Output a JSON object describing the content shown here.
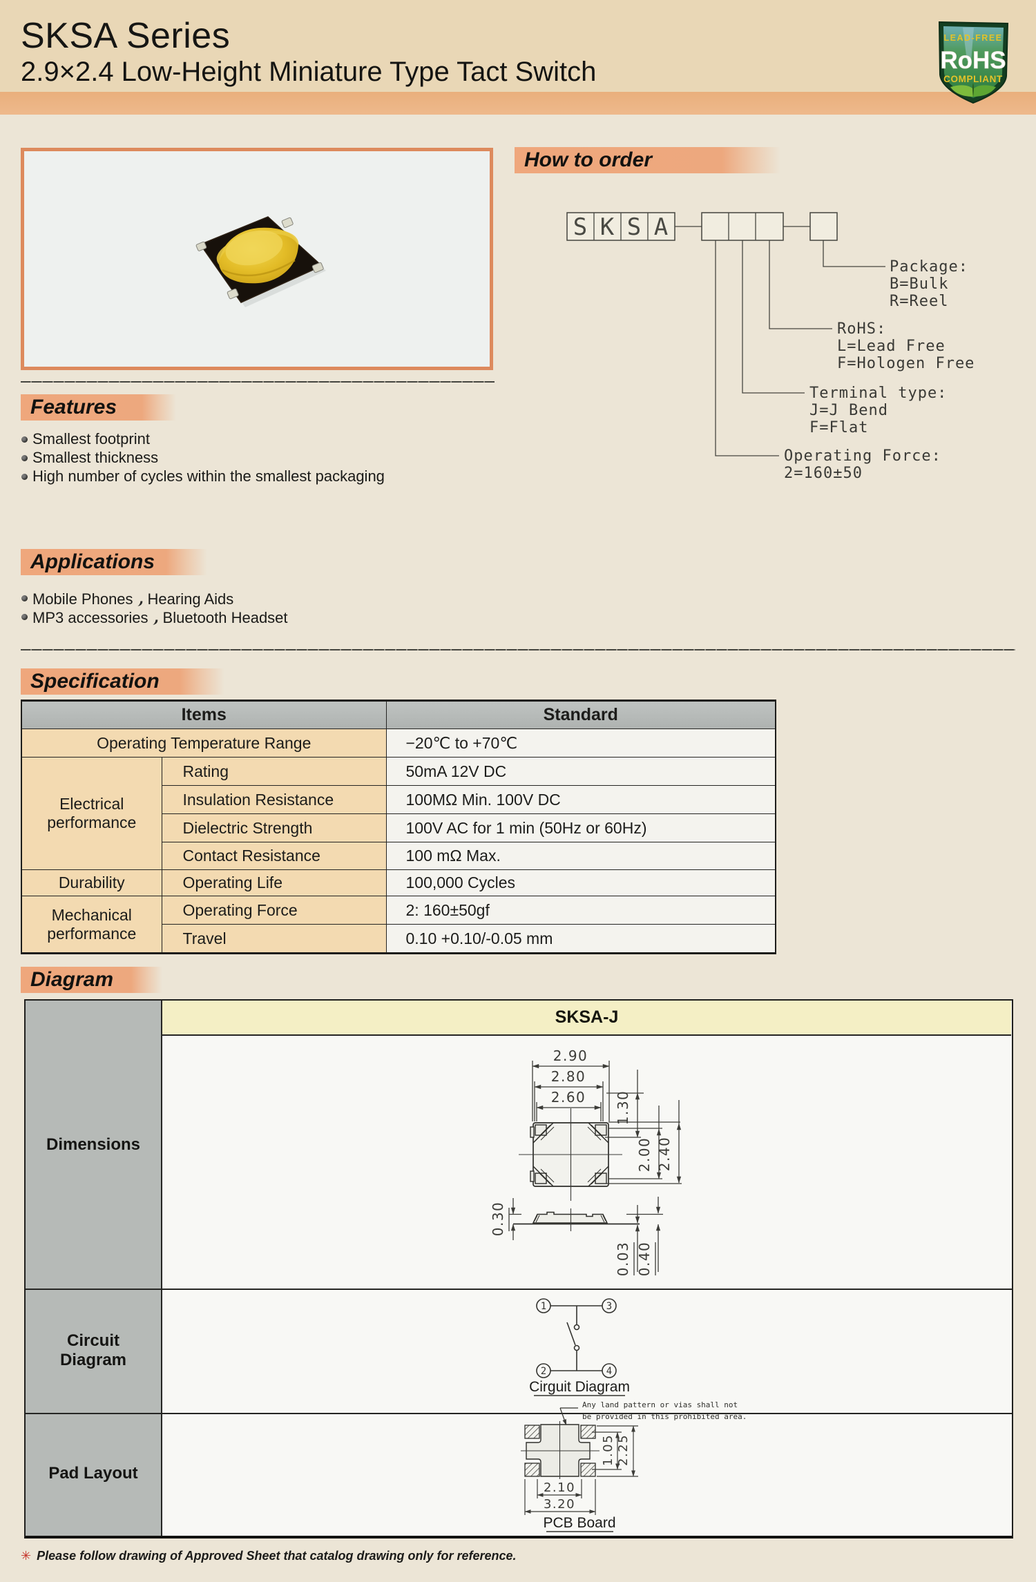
{
  "header": {
    "title": "SKSA Series",
    "subtitle": "2.9×2.4 Low-Height Miniature Type Tact Switch"
  },
  "rohs_badge": {
    "line_top": "LEAD-FREE",
    "line_main": "RoHS",
    "line_bottom": "COMPLIANT"
  },
  "how_to_order": {
    "heading": "How to order",
    "code_letters": [
      "S",
      "K",
      "S",
      "A"
    ],
    "callouts": {
      "package": {
        "title": "Package:",
        "options": [
          "B=Bulk",
          "R=Reel"
        ]
      },
      "rohs": {
        "title": "RoHS:",
        "options": [
          "L=Lead Free",
          "F=Hologen Free"
        ]
      },
      "terminal": {
        "title": "Terminal type:",
        "options": [
          "J=J Bend",
          "F=Flat"
        ]
      },
      "force": {
        "title": "Operating Force:",
        "options": [
          "2=160±50"
        ]
      }
    }
  },
  "features": {
    "heading": "Features",
    "items": [
      "Smallest footprint",
      "Smallest thickness",
      "High number of cycles within the smallest packaging"
    ]
  },
  "applications": {
    "heading": "Applications",
    "items": [
      {
        "first": "Mobile Phones",
        "separator": "、",
        "second": "Hearing Aids"
      },
      {
        "first": "MP3 accessories",
        "separator": "、",
        "second": "Bluetooth Headset"
      }
    ]
  },
  "specification": {
    "heading": "Specification",
    "columns": [
      "Items",
      "Standard"
    ],
    "rows": [
      {
        "group": "",
        "item": "Operating Temperature Range",
        "standard": "−20℃ to +70℃"
      },
      {
        "group": "Electrical performance",
        "item": "Rating",
        "standard": "50mA 12V DC"
      },
      {
        "group": "",
        "item": "Insulation Resistance",
        "standard": "100MΩ Min. 100V DC"
      },
      {
        "group": "",
        "item": "Dielectric Strength",
        "standard": "100V AC for 1 min (50Hz or 60Hz)"
      },
      {
        "group": "",
        "item": "Contact Resistance",
        "standard": "100 mΩ Max."
      },
      {
        "group": "Durability",
        "item": "Operating Life",
        "standard": "100,000 Cycles"
      },
      {
        "group": "Mechanical performance",
        "item": "Operating Force",
        "standard": "2: 160±50gf"
      },
      {
        "group": "",
        "item": "Travel",
        "standard": "0.10 +0.10/-0.05 mm"
      }
    ]
  },
  "diagram": {
    "heading": "Diagram",
    "model": "SKSA-J",
    "row_labels": [
      "Dimensions",
      "Circuit Diagram",
      "Pad Layout"
    ],
    "dimensions": {
      "top_widths": [
        "2.90",
        "2.80",
        "2.60"
      ],
      "right_heights": [
        "1.30",
        "2.00",
        "2.40"
      ],
      "side_thickness": "0.30",
      "side_heights": [
        "0.03",
        "0.40"
      ]
    },
    "circuit": {
      "caption": "Cirguit Diagram",
      "terminals": [
        "1",
        "3",
        "2",
        "4"
      ]
    },
    "pad_layout": {
      "caption": "PCB Board",
      "note_line1": "Any land pattern or vias shall not",
      "note_line2": "be provided in this prohibited area.",
      "width_inner": "2.10",
      "width_outer": "3.20",
      "height_inner": "1.05",
      "height_outer": "2.25"
    }
  },
  "footer": {
    "mark": "✳",
    "note": "Please follow drawing of Approved Sheet that catalog drawing only for reference."
  }
}
